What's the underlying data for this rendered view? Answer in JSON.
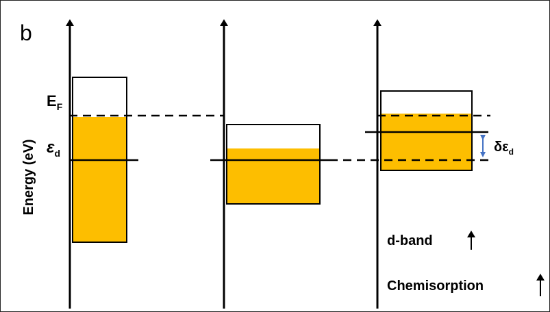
{
  "panel_label": "b",
  "y_axis_label": "Energy (eV)",
  "fermi_label": {
    "main": "E",
    "sub": "F"
  },
  "dband_center_label": {
    "main": "ε",
    "sub": "d"
  },
  "shift_label": {
    "main": "δε",
    "sub": "d"
  },
  "trend_labels": {
    "dband": "d-band",
    "chemisorption": "Chemisorption"
  },
  "colors": {
    "band_fill": "#FDBE00",
    "line": "#000000",
    "shift_arrow": "#4472C4"
  },
  "icons": [
    "up-arrow-icon",
    "double-arrow-icon"
  ]
}
